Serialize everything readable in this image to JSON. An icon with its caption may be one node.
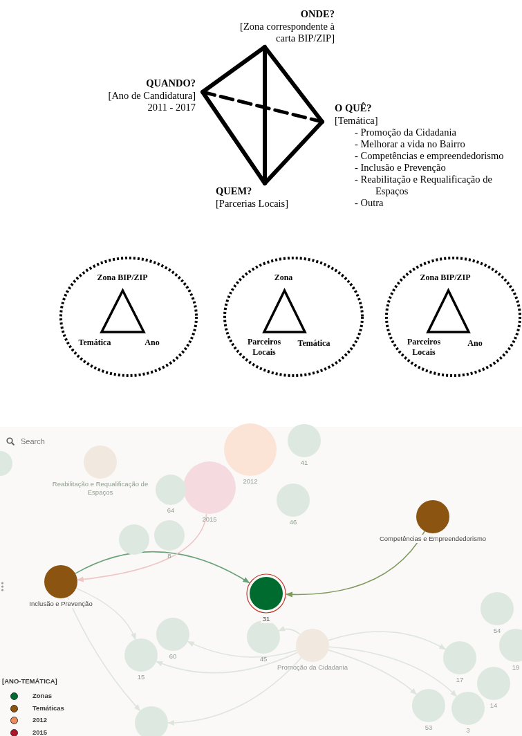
{
  "diagram": {
    "nodes": [
      {
        "text": [
          "ONDE?",
          "[Zona correspondente à carta BIP/ZIP]"
        ]
      },
      {
        "text": [
          "QUANDO?",
          "[Ano de Candidatura]",
          "2011 - 2017"
        ]
      },
      {
        "text": [
          "O QUÊ?",
          "[Temática]",
          "- Promoção da Cidadania",
          "- Melhorar a vida no Bairro",
          "- Competências e empreendedorismo",
          "- Inclusão e Prevenção",
          "- Reabilitação e Requalificação de Espaços",
          "- Outra"
        ]
      },
      {
        "text": [
          "QUEM?",
          "[Parcerias Locais]"
        ]
      },
      {
        "text": [],
        "shape": "circle"
      },
      {
        "text": [],
        "shape": "triangle",
        "in": 4,
        "beside": [
          "Zona BIP/ZIP",
          "Temática",
          "Ano"
        ]
      },
      {
        "text": [],
        "shape": "circle"
      },
      {
        "text": [],
        "shape": "triangle",
        "in": 6,
        "beside": [
          "Zona",
          "Parceiros Locais",
          "Temática"
        ]
      },
      {
        "text": [],
        "shape": "circle"
      },
      {
        "text": [],
        "shape": "triangle",
        "in": 8,
        "beside": [
          "Zona BIP/ZIP",
          "Parceiros Locais",
          "Ano"
        ]
      },
      {
        "text": [],
        "shape": "circle"
      },
      {
        "text": [
          "Reabilitação e Requalificação de Espaços"
        ]
      },
      {
        "text": [
          "2012"
        ]
      },
      {
        "text": [
          "2015"
        ]
      },
      {
        "text": [
          "41"
        ]
      },
      {
        "text": [
          "64"
        ]
      },
      {
        "text": [
          "8"
        ]
      },
      {
        "text": [],
        "shape": "circle"
      },
      {
        "text": [
          "46"
        ]
      },
      {
        "text": [
          "Competências e Empreendedorismo"
        ]
      },
      {
        "text": [
          "Inclusão e Prevenção"
        ]
      },
      {
        "text": [
          "31"
        ]
      },
      {
        "text": [
          "60"
        ]
      },
      {
        "text": [
          "15"
        ]
      },
      {
        "text": [
          "45"
        ]
      },
      {
        "text": [
          "Promoção da Cidadania"
        ]
      },
      {
        "text": [
          "54"
        ]
      },
      {
        "text": [
          "19"
        ]
      },
      {
        "text": [
          "17"
        ]
      },
      {
        "text": [
          "14"
        ]
      },
      {
        "text": [
          "53"
        ]
      },
      {
        "text": [
          "3"
        ]
      },
      {
        "text": [],
        "shape": "circle"
      }
    ],
    "edges": [
      {
        "from": 0,
        "to": 1,
        "arrow": "none",
        "style": "thick",
        "color": "#000000"
      },
      {
        "from": 0,
        "to": 2,
        "arrow": "none",
        "style": "thick",
        "color": "#000000"
      },
      {
        "from": 0,
        "to": 3,
        "arrow": "none",
        "style": "thick",
        "color": "#000000"
      },
      {
        "from": 1,
        "to": 3,
        "arrow": "none",
        "style": "thick",
        "color": "#000000"
      },
      {
        "from": 3,
        "to": 2,
        "arrow": "none",
        "style": "thick",
        "color": "#000000"
      },
      {
        "from": 1,
        "to": 2,
        "arrow": "none",
        "style": "dashed",
        "color": "#000000"
      },
      {
        "from": 20,
        "to": 21,
        "arrow": "to",
        "color": "#6aa37a"
      },
      {
        "from": 19,
        "to": 21,
        "arrow": "to",
        "color": "#7f9a5e"
      },
      {
        "from": 13,
        "to": 20,
        "arrow": "to",
        "color": "#efc6c6"
      },
      {
        "from": 25,
        "to": 22,
        "arrow": "to",
        "color": "#dde5dc"
      },
      {
        "from": 25,
        "to": 23,
        "arrow": "to",
        "color": "#dde5dc"
      },
      {
        "from": 25,
        "to": 24,
        "arrow": "to",
        "color": "#dde5dc"
      },
      {
        "from": 25,
        "to": 28,
        "arrow": "to",
        "color": "#dde5dc"
      },
      {
        "from": 25,
        "to": 30,
        "arrow": "to",
        "color": "#dde5dc"
      },
      {
        "from": 25,
        "to": 31,
        "arrow": "to",
        "color": "#dde5dc"
      },
      {
        "from": 25,
        "to": 32,
        "arrow": "to",
        "color": "#dde5dc"
      },
      {
        "from": 20,
        "to": 23,
        "arrow": "to",
        "color": "#dde5dc"
      },
      {
        "from": 20,
        "to": 32,
        "arrow": "to",
        "color": "#dde5dc"
      }
    ],
    "labels": [
      "Search",
      "[ANO-TEMÁTICA]"
    ],
    "legend": [
      {
        "text": "Zonas",
        "color": "#006b2e"
      },
      {
        "text": "Temáticas",
        "color": "#8b5410"
      },
      {
        "text": "2012",
        "color": "#f08a5a"
      },
      {
        "text": "2015",
        "color": "#b0142a"
      }
    ]
  }
}
